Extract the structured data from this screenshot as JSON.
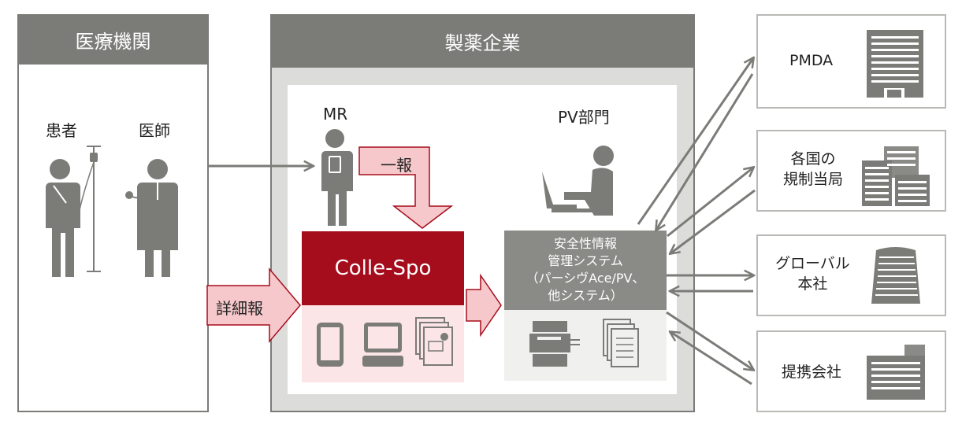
{
  "medical": {
    "title": "医療機関",
    "patient": "患者",
    "doctor": "医師"
  },
  "pharma": {
    "title": "製薬企業",
    "mr": "MR",
    "pv": "PV部門",
    "first_report": "一報",
    "colle_spo": "Colle-Spo"
  },
  "detail_report": "詳細報",
  "safety_system": {
    "line1": "安全性情報",
    "line2": "管理システム",
    "line3": "（パーシヴAce/PV、",
    "line4": "他システム）"
  },
  "external": {
    "pmda": "PMDA",
    "regulators_line1": "各国の",
    "regulators_line2": "規制当局",
    "global_hq_line1": "グローバル",
    "global_hq_line2": "本社",
    "partner": "提携会社"
  },
  "colors": {
    "gray": "#7b7b78",
    "dark_red": "#a50d1d",
    "pink": "#f6c8cb",
    "light_pink": "#fbe5e6",
    "panel_bg": "#dcdcda",
    "icon_gray": "#8a8a87"
  }
}
